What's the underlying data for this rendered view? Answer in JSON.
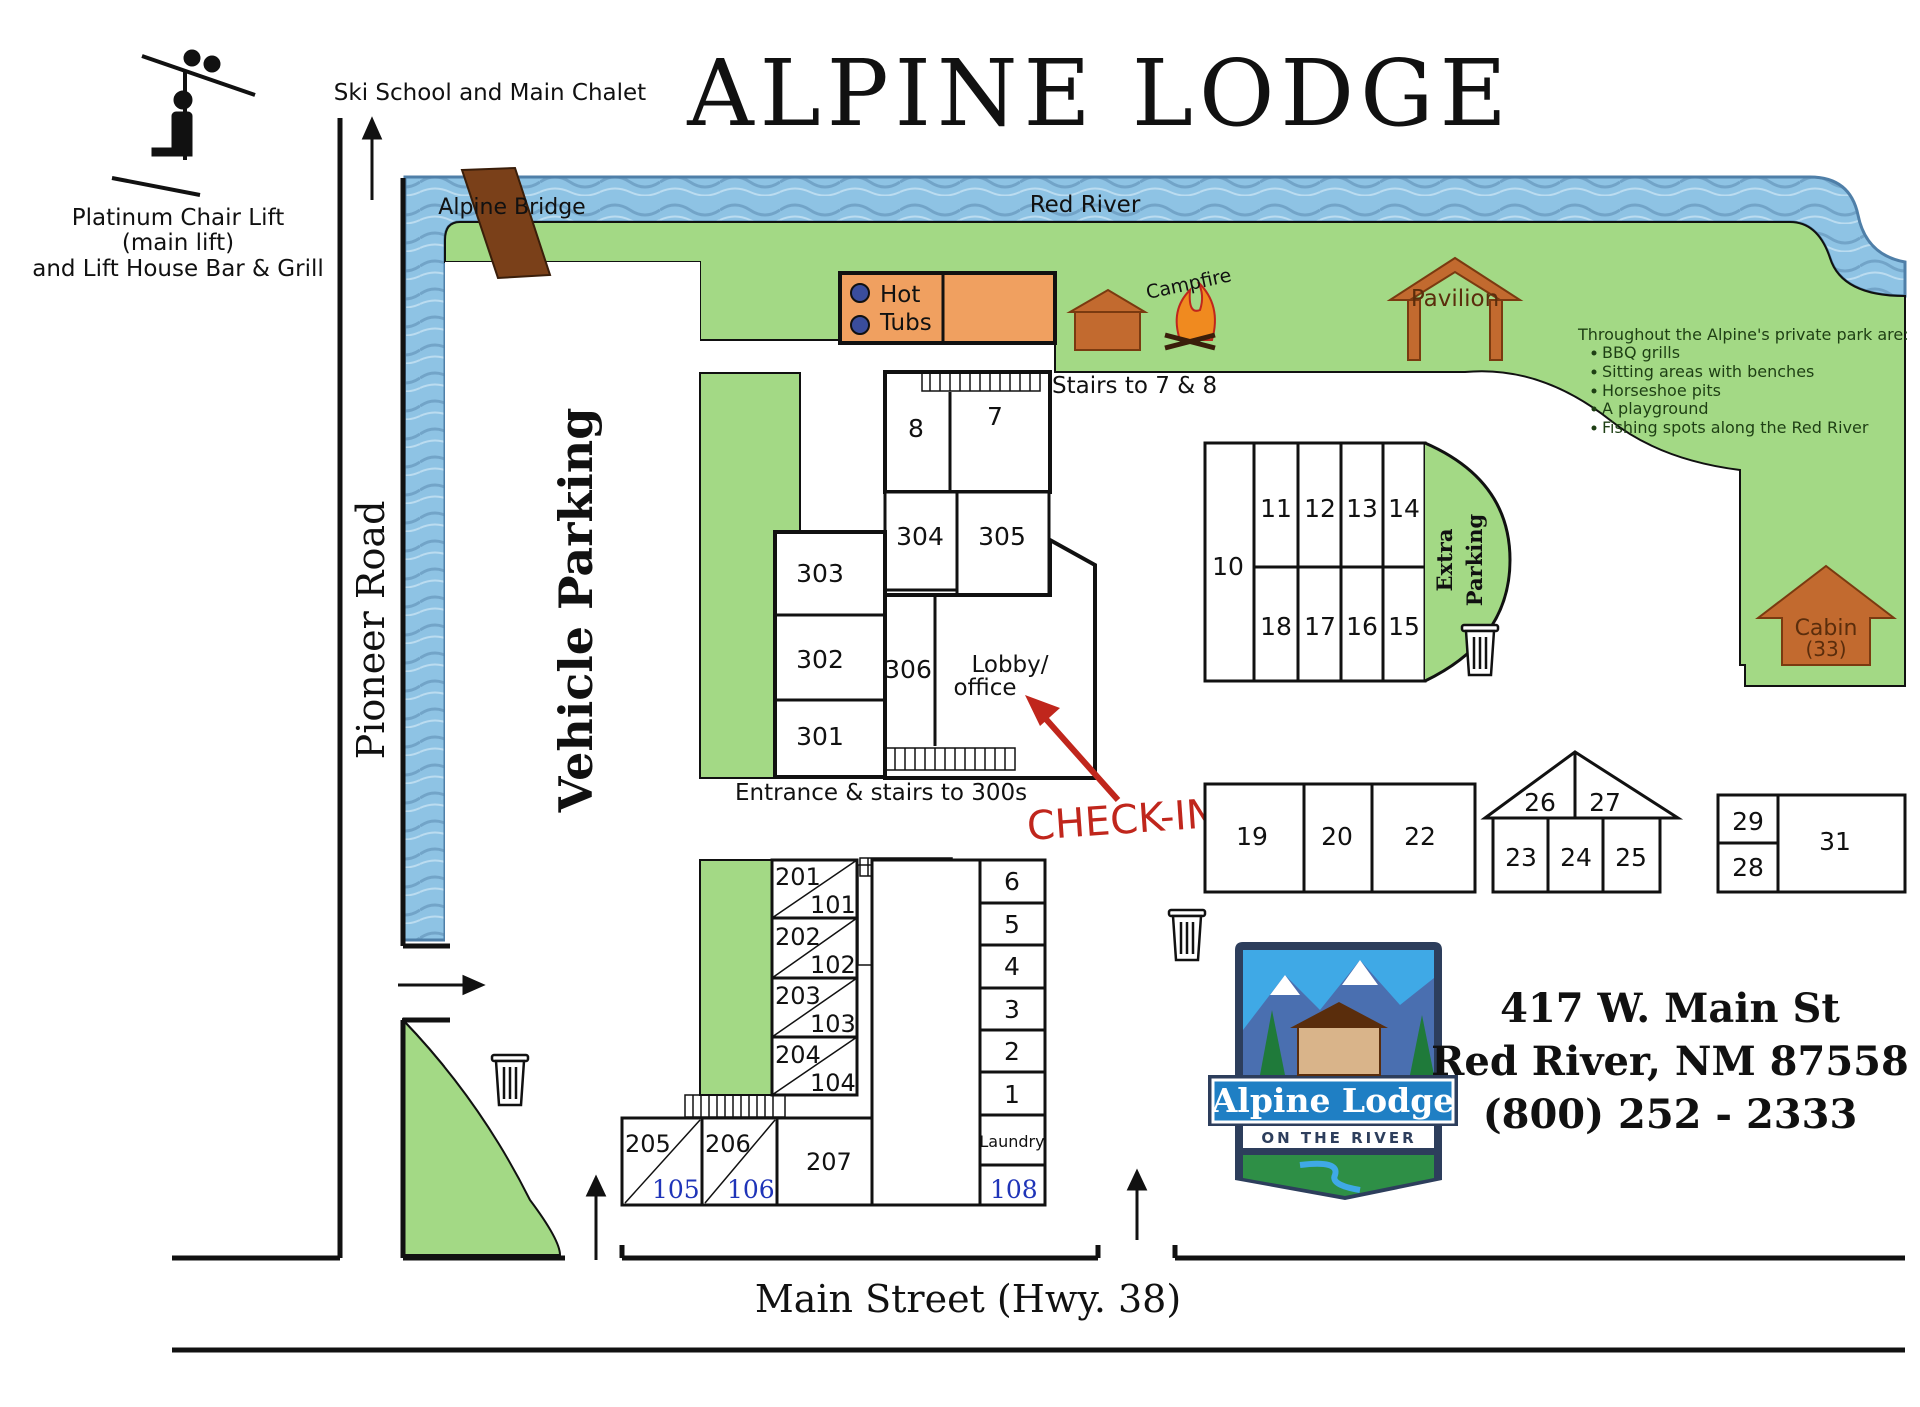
{
  "title": "ALPINE LODGE",
  "lift": {
    "line1": "Platinum Chair Lift",
    "line2": "(main lift)",
    "line3": "and Lift House Bar & Grill"
  },
  "labels": {
    "ski_school": "Ski School and Main Chalet",
    "alpine_bridge": "Alpine Bridge",
    "red_river": "Red River",
    "pioneer_road": "Pioneer Road",
    "vehicle_parking": "Vehicle Parking",
    "main_street": "Main Street (Hwy. 38)",
    "campfire": "Campfire",
    "pavilion": "Pavilion",
    "hot": "Hot",
    "tubs": "Tubs",
    "stairs_7_8": "Stairs to 7 & 8",
    "entrance": "Entrance & stairs to 300s",
    "lobby_1": "Lobby/",
    "lobby_2": "office",
    "check_in": "CHECK-IN",
    "extra_parking_1": "Extra",
    "extra_parking_2": "Parking",
    "cabin": "Cabin",
    "cabin_num": "(33)",
    "laundry": "Laundry"
  },
  "park": {
    "intro": "Throughout the Alpine's private park are:",
    "items": [
      "BBQ grills",
      "Sitting areas with benches",
      "Horseshoe pits",
      "A playground",
      "Fishing spots along the Red River"
    ]
  },
  "units": {
    "u8": "8",
    "u7": "7",
    "u304": "304",
    "u305": "305",
    "u303": "303",
    "u302": "302",
    "u301": "301",
    "u306": "306",
    "u10": "10",
    "u11": "11",
    "u12": "12",
    "u13": "13",
    "u14": "14",
    "u18": "18",
    "u17": "17",
    "u16": "16",
    "u15": "15",
    "u19": "19",
    "u20": "20",
    "u22": "22",
    "u26": "26",
    "u27": "27",
    "u23": "23",
    "u24": "24",
    "u25": "25",
    "u29": "29",
    "u28": "28",
    "u31": "31",
    "u201": "201",
    "u101": "101",
    "u202": "202",
    "u102": "102",
    "u203": "203",
    "u103": "103",
    "u204": "204",
    "u104": "104",
    "u205": "205",
    "u105": "105",
    "u206": "206",
    "u106": "106",
    "u207": "207",
    "u108": "108",
    "u6": "6",
    "u5": "5",
    "u4": "4",
    "u3": "3",
    "u2": "2",
    "u1": "1"
  },
  "address": {
    "street": "417 W. Main St",
    "city": "Red River, NM 87558",
    "phone": "(800) 252 - 2333"
  },
  "logo": {
    "name": "Alpine Lodge",
    "tagline": "ON THE RIVER"
  },
  "colors": {
    "grass": "#a3d985",
    "river": "#8ec3e4",
    "wood": "#c26a2f",
    "hot_tub_deck": "#f0a060",
    "arrow": "#c0261c"
  }
}
